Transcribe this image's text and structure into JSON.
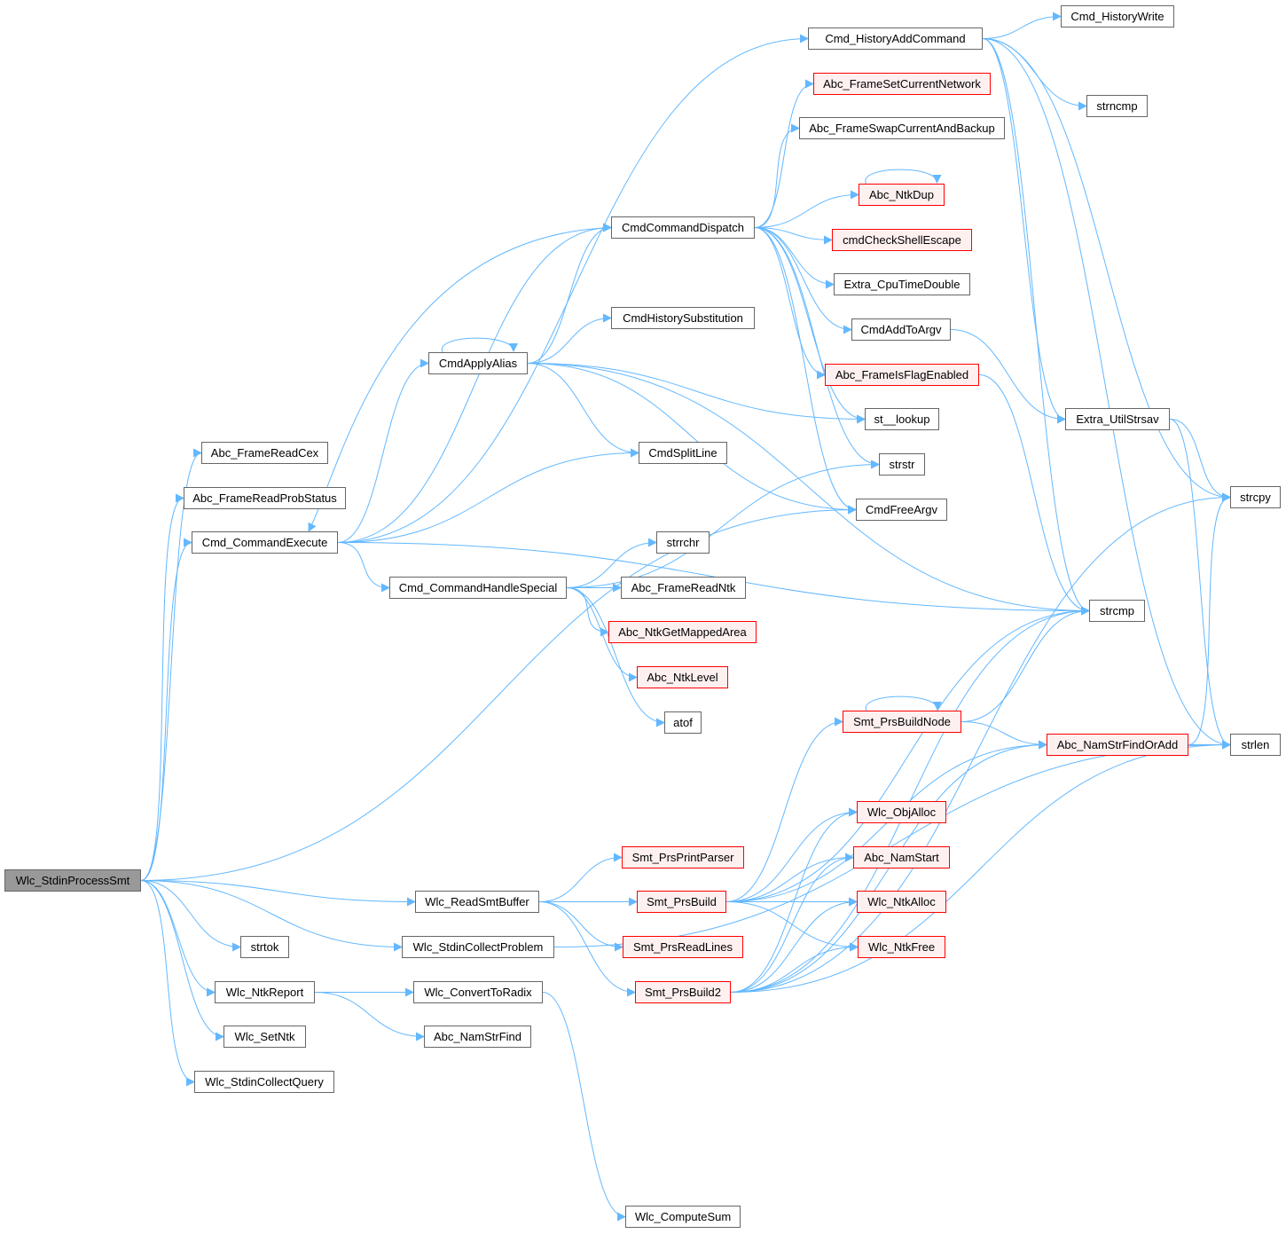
{
  "title": "Call graph of Wlc_StdinProcessSmt",
  "colors": {
    "edge": "#63b8ff",
    "root_fill": "#999999",
    "red_border": "#ff0000",
    "red_fill": "#fff0f0",
    "border": "#666666"
  },
  "nodes": [
    {
      "id": "Wlc_StdinProcessSmt",
      "style": "root"
    },
    {
      "id": "Abc_FrameReadCex",
      "style": "normal"
    },
    {
      "id": "Abc_FrameReadProbStatus",
      "style": "normal"
    },
    {
      "id": "Cmd_CommandExecute",
      "style": "normal"
    },
    {
      "id": "Cmd_HistoryAddCommand",
      "style": "normal"
    },
    {
      "id": "Cmd_HistoryWrite",
      "style": "normal"
    },
    {
      "id": "Abc_FrameSetCurrentNetwork",
      "style": "red"
    },
    {
      "id": "strncmp",
      "style": "normal"
    },
    {
      "id": "Abc_FrameSwapCurrentAndBackup",
      "style": "normal"
    },
    {
      "id": "Abc_NtkDup",
      "style": "red"
    },
    {
      "id": "CmdCommandDispatch",
      "style": "normal"
    },
    {
      "id": "cmdCheckShellEscape",
      "style": "red"
    },
    {
      "id": "Extra_CpuTimeDouble",
      "style": "normal"
    },
    {
      "id": "CmdHistorySubstitution",
      "style": "normal"
    },
    {
      "id": "CmdAddToArgv",
      "style": "normal"
    },
    {
      "id": "CmdApplyAlias",
      "style": "normal"
    },
    {
      "id": "Abc_FrameIsFlagEnabled",
      "style": "red"
    },
    {
      "id": "st__lookup",
      "style": "normal"
    },
    {
      "id": "Extra_UtilStrsav",
      "style": "normal"
    },
    {
      "id": "CmdSplitLine",
      "style": "normal"
    },
    {
      "id": "strstr",
      "style": "normal"
    },
    {
      "id": "strcpy",
      "style": "normal"
    },
    {
      "id": "CmdFreeArgv",
      "style": "normal"
    },
    {
      "id": "strrchr",
      "style": "normal"
    },
    {
      "id": "Cmd_CommandHandleSpecial",
      "style": "normal"
    },
    {
      "id": "Abc_FrameReadNtk",
      "style": "normal"
    },
    {
      "id": "strcmp",
      "style": "normal"
    },
    {
      "id": "Abc_NtkGetMappedArea",
      "style": "red"
    },
    {
      "id": "Abc_NtkLevel",
      "style": "red"
    },
    {
      "id": "Smt_PrsBuildNode",
      "style": "red"
    },
    {
      "id": "atof",
      "style": "normal"
    },
    {
      "id": "Abc_NamStrFindOrAdd",
      "style": "red"
    },
    {
      "id": "strlen",
      "style": "normal"
    },
    {
      "id": "Wlc_ObjAlloc",
      "style": "red"
    },
    {
      "id": "Smt_PrsPrintParser",
      "style": "red"
    },
    {
      "id": "Abc_NamStart",
      "style": "red"
    },
    {
      "id": "Wlc_ReadSmtBuffer",
      "style": "normal"
    },
    {
      "id": "Smt_PrsBuild",
      "style": "red"
    },
    {
      "id": "Wlc_NtkAlloc",
      "style": "red"
    },
    {
      "id": "strtok",
      "style": "normal"
    },
    {
      "id": "Wlc_StdinCollectProblem",
      "style": "normal"
    },
    {
      "id": "Smt_PrsReadLines",
      "style": "red"
    },
    {
      "id": "Wlc_NtkFree",
      "style": "red"
    },
    {
      "id": "Wlc_NtkReport",
      "style": "normal"
    },
    {
      "id": "Wlc_ConvertToRadix",
      "style": "normal"
    },
    {
      "id": "Smt_PrsBuild2",
      "style": "red"
    },
    {
      "id": "Wlc_SetNtk",
      "style": "normal"
    },
    {
      "id": "Abc_NamStrFind",
      "style": "normal"
    },
    {
      "id": "Wlc_StdinCollectQuery",
      "style": "normal"
    },
    {
      "id": "Wlc_ComputeSum",
      "style": "normal"
    }
  ],
  "edges": [
    [
      "Wlc_StdinProcessSmt",
      "Abc_FrameReadCex"
    ],
    [
      "Wlc_StdinProcessSmt",
      "Abc_FrameReadProbStatus"
    ],
    [
      "Wlc_StdinProcessSmt",
      "Cmd_CommandExecute"
    ],
    [
      "Wlc_StdinProcessSmt",
      "CmdFreeArgv"
    ],
    [
      "Wlc_StdinProcessSmt",
      "Wlc_ReadSmtBuffer"
    ],
    [
      "Wlc_StdinProcessSmt",
      "strtok"
    ],
    [
      "Wlc_StdinProcessSmt",
      "Wlc_StdinCollectProblem"
    ],
    [
      "Wlc_StdinProcessSmt",
      "Wlc_NtkReport"
    ],
    [
      "Wlc_StdinProcessSmt",
      "Wlc_SetNtk"
    ],
    [
      "Wlc_StdinProcessSmt",
      "Wlc_StdinCollectQuery"
    ],
    [
      "Cmd_CommandExecute",
      "Cmd_HistoryAddCommand"
    ],
    [
      "Cmd_CommandExecute",
      "CmdCommandDispatch"
    ],
    [
      "Cmd_CommandExecute",
      "CmdApplyAlias"
    ],
    [
      "Cmd_CommandExecute",
      "CmdSplitLine"
    ],
    [
      "Cmd_CommandExecute",
      "Cmd_CommandHandleSpecial"
    ],
    [
      "Cmd_CommandExecute",
      "strcmp"
    ],
    [
      "CmdCommandDispatch",
      "Cmd_CommandExecute"
    ],
    [
      "CmdCommandDispatch",
      "Abc_FrameSetCurrentNetwork"
    ],
    [
      "CmdCommandDispatch",
      "Abc_FrameSwapCurrentAndBackup"
    ],
    [
      "CmdCommandDispatch",
      "Abc_NtkDup"
    ],
    [
      "CmdCommandDispatch",
      "cmdCheckShellEscape"
    ],
    [
      "CmdCommandDispatch",
      "Extra_CpuTimeDouble"
    ],
    [
      "CmdCommandDispatch",
      "CmdAddToArgv"
    ],
    [
      "CmdCommandDispatch",
      "Abc_FrameIsFlagEnabled"
    ],
    [
      "CmdCommandDispatch",
      "st__lookup"
    ],
    [
      "CmdCommandDispatch",
      "strstr"
    ],
    [
      "CmdCommandDispatch",
      "CmdFreeArgv"
    ],
    [
      "CmdApplyAlias",
      "CmdApplyAlias"
    ],
    [
      "CmdApplyAlias",
      "CmdCommandDispatch"
    ],
    [
      "CmdApplyAlias",
      "CmdHistorySubstitution"
    ],
    [
      "CmdApplyAlias",
      "st__lookup"
    ],
    [
      "CmdApplyAlias",
      "CmdSplitLine"
    ],
    [
      "CmdApplyAlias",
      "CmdFreeArgv"
    ],
    [
      "CmdApplyAlias",
      "strcmp"
    ],
    [
      "Cmd_HistoryAddCommand",
      "Cmd_HistoryWrite"
    ],
    [
      "Cmd_HistoryAddCommand",
      "strncmp"
    ],
    [
      "Cmd_HistoryAddCommand",
      "strcpy"
    ],
    [
      "Cmd_HistoryAddCommand",
      "Extra_UtilStrsav"
    ],
    [
      "Cmd_HistoryAddCommand",
      "strcmp"
    ],
    [
      "Cmd_HistoryAddCommand",
      "strlen"
    ],
    [
      "Abc_NtkDup",
      "Abc_NtkDup"
    ],
    [
      "CmdAddToArgv",
      "Extra_UtilStrsav"
    ],
    [
      "Abc_FrameIsFlagEnabled",
      "strcmp"
    ],
    [
      "Extra_UtilStrsav",
      "strcpy"
    ],
    [
      "Extra_UtilStrsav",
      "strlen"
    ],
    [
      "Cmd_CommandHandleSpecial",
      "strstr"
    ],
    [
      "Cmd_CommandHandleSpecial",
      "strrchr"
    ],
    [
      "Cmd_CommandHandleSpecial",
      "Abc_FrameReadNtk"
    ],
    [
      "Cmd_CommandHandleSpecial",
      "Abc_NtkGetMappedArea"
    ],
    [
      "Cmd_CommandHandleSpecial",
      "Abc_NtkLevel"
    ],
    [
      "Cmd_CommandHandleSpecial",
      "atof"
    ],
    [
      "Smt_PrsBuildNode",
      "Smt_PrsBuildNode"
    ],
    [
      "Smt_PrsBuildNode",
      "strcmp"
    ],
    [
      "Smt_PrsBuildNode",
      "Abc_NamStrFindOrAdd"
    ],
    [
      "Abc_NamStrFindOrAdd",
      "strcpy"
    ],
    [
      "Abc_NamStrFindOrAdd",
      "strlen"
    ],
    [
      "Wlc_ReadSmtBuffer",
      "Smt_PrsPrintParser"
    ],
    [
      "Wlc_ReadSmtBuffer",
      "Smt_PrsBuild"
    ],
    [
      "Wlc_ReadSmtBuffer",
      "Smt_PrsReadLines"
    ],
    [
      "Wlc_ReadSmtBuffer",
      "Smt_PrsBuild2"
    ],
    [
      "Smt_PrsBuild",
      "Smt_PrsBuildNode"
    ],
    [
      "Smt_PrsBuild",
      "Abc_NamStrFindOrAdd"
    ],
    [
      "Smt_PrsBuild",
      "Wlc_ObjAlloc"
    ],
    [
      "Smt_PrsBuild",
      "Abc_NamStart"
    ],
    [
      "Smt_PrsBuild",
      "Wlc_NtkAlloc"
    ],
    [
      "Smt_PrsBuild",
      "Wlc_NtkFree"
    ],
    [
      "Smt_PrsBuild",
      "strcmp"
    ],
    [
      "Smt_PrsBuild2",
      "Wlc_ObjAlloc"
    ],
    [
      "Smt_PrsBuild2",
      "Abc_NamStart"
    ],
    [
      "Smt_PrsBuild2",
      "Wlc_NtkAlloc"
    ],
    [
      "Smt_PrsBuild2",
      "Wlc_NtkFree"
    ],
    [
      "Smt_PrsBuild2",
      "strcmp"
    ],
    [
      "Smt_PrsBuild2",
      "Abc_NamStrFindOrAdd"
    ],
    [
      "Smt_PrsBuild2",
      "strcpy"
    ],
    [
      "Smt_PrsBuild2",
      "strlen"
    ],
    [
      "Wlc_StdinCollectProblem",
      "strlen"
    ],
    [
      "Wlc_NtkReport",
      "Wlc_ConvertToRadix"
    ],
    [
      "Wlc_NtkReport",
      "Abc_NamStrFind"
    ],
    [
      "Wlc_ConvertToRadix",
      "Wlc_ComputeSum"
    ]
  ]
}
